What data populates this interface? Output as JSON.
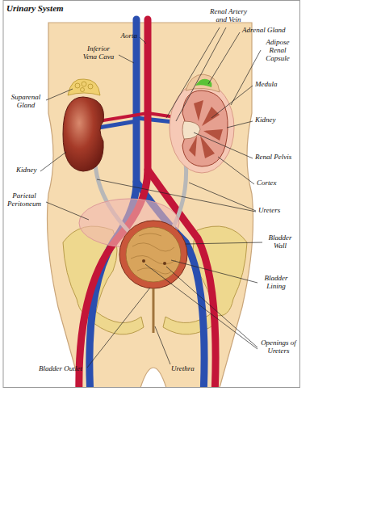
{
  "diagram": {
    "title": "Urinary System",
    "labels": [
      "Aorta",
      "Renal Artery and Vein",
      "Adrenal Gland",
      "Inferior Vena Cava",
      "Adipose Renal Capsule",
      "Suparenal Gland",
      "Medula",
      "Kidney",
      "Renal Pelvis",
      "Cortex",
      "Kidney",
      "Parietal Peritoneum",
      "Ureters",
      "Bladder Wall",
      "Bladder Lining",
      "Openings of Ureters",
      "Bladder Outlet",
      "Urethra"
    ]
  }
}
